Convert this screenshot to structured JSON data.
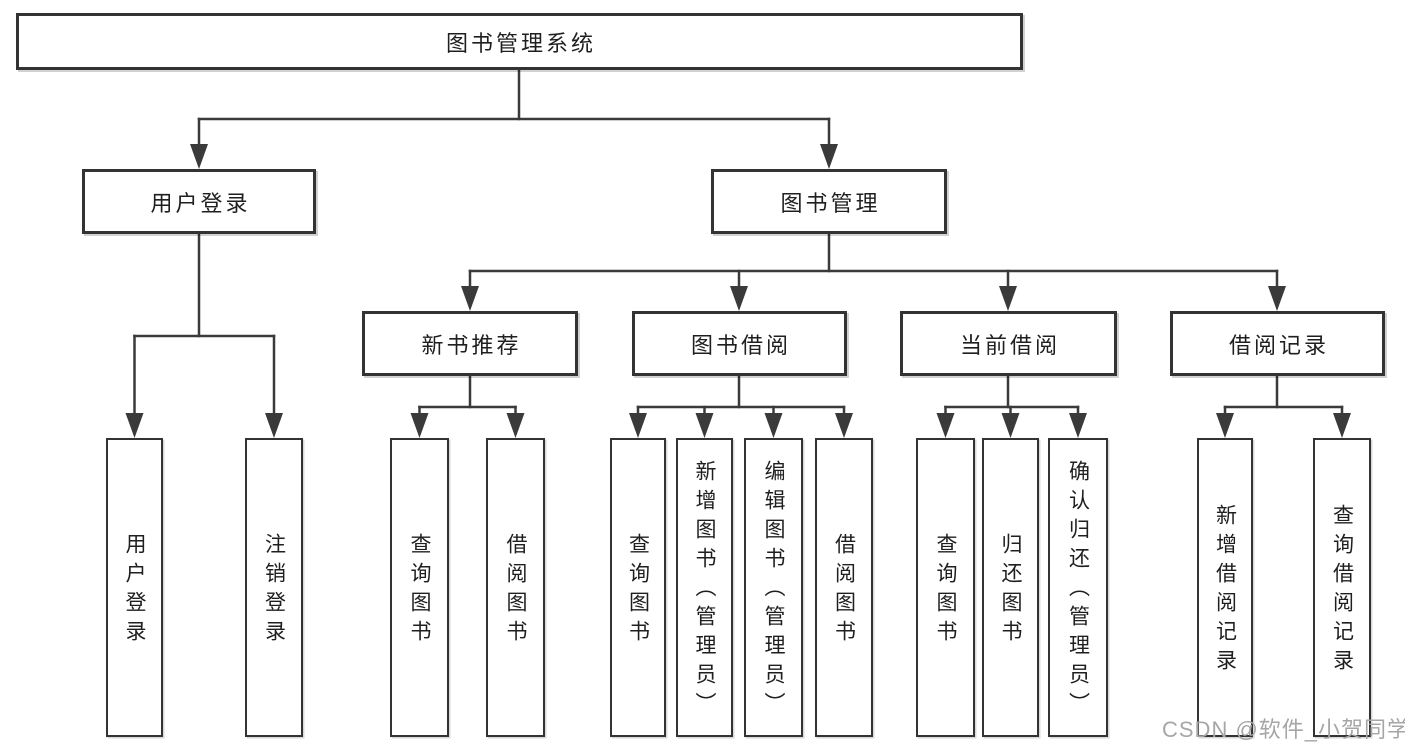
{
  "tree": {
    "root": {
      "label": "图书管理系统"
    },
    "branches": [
      {
        "label": "用户登录",
        "children": [
          {
            "label": "用户登录"
          },
          {
            "label": "注销登录"
          }
        ]
      },
      {
        "label": "图书管理",
        "children": [
          {
            "label": "新书推荐",
            "children": [
              {
                "label": "查询图书"
              },
              {
                "label": "借阅图书"
              }
            ]
          },
          {
            "label": "图书借阅",
            "children": [
              {
                "label": "查询图书"
              },
              {
                "label": "新增图书（管理员）"
              },
              {
                "label": "编辑图书（管理员）"
              },
              {
                "label": "借阅图书"
              }
            ]
          },
          {
            "label": "当前借阅",
            "children": [
              {
                "label": "查询图书"
              },
              {
                "label": "归还图书"
              },
              {
                "label": "确认归还（管理员）"
              }
            ]
          },
          {
            "label": "借阅记录",
            "children": [
              {
                "label": "新增借阅记录"
              },
              {
                "label": "查询借阅记录"
              }
            ]
          }
        ]
      }
    ]
  },
  "watermark": {
    "text": "CSDN @软件_小贺同学"
  },
  "colors": {
    "line": "#3a3a3a",
    "box_border": "#333333",
    "box_fill": "#ffffff",
    "text": "#1f1f1f",
    "watermark": "#a6a6a6",
    "background": "#ffffff"
  }
}
